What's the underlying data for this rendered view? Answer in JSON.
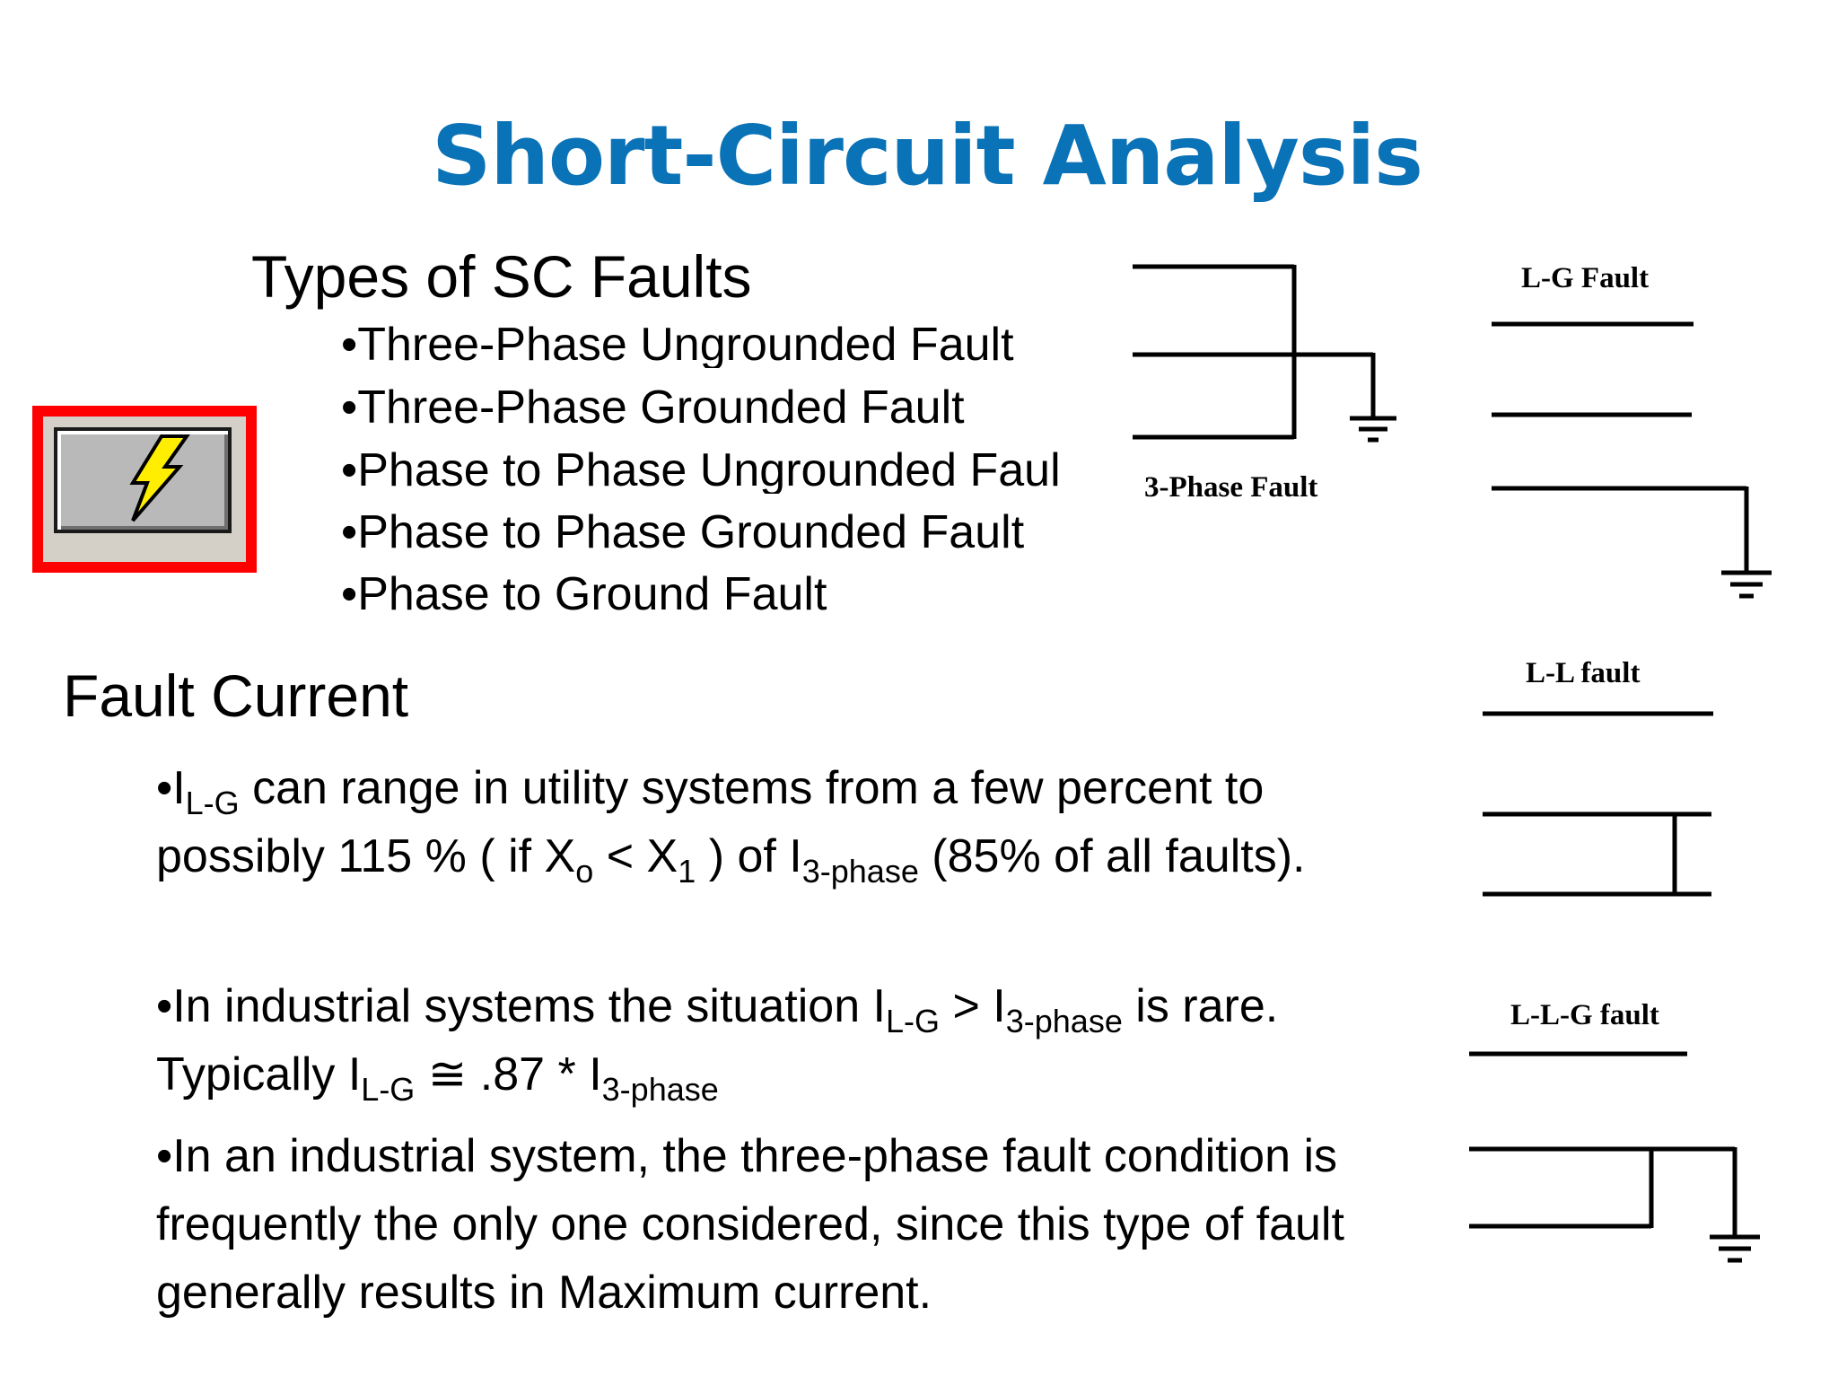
{
  "slide": {
    "title": "Short-Circuit Analysis",
    "types_heading": "Types of SC Faults",
    "types": [
      "•Three-Phase Ungrounded Fault",
      "•Three-Phase Grounded Fault",
      "•Phase to Phase Ungrounded Fault",
      "•Phase to Phase Grounded Fault",
      "•Phase to Ground Fault"
    ],
    "current_heading": "Fault Current",
    "p1": {
      "a": "•I",
      "a_sub": "L-G",
      "b": " can range in utility systems from a few percent to possibly 115 % ( if X",
      "b_sub": "o",
      "c": " <  X",
      "c_sub": "1",
      "d": " ) of I",
      "d_sub": "3-phase",
      "e": " (85% of all faults)."
    },
    "p2": {
      "a": "•In industrial systems the situation I",
      "a_sub": "L-G",
      "b": " > I",
      "b_sub": "3-phase",
      "c": " is rare. Typically I",
      "c_sub": "L-G",
      "d": " ≅  .87 * I",
      "d_sub": "3-phase"
    },
    "p3": "•In an industrial system, the three-phase fault condition is frequently the only one considered, since this type of fault generally results in Maximum current."
  },
  "diagrams": {
    "three_phase_label": "3-Phase Fault",
    "lg_label": "L-G Fault",
    "ll_label": "L-L fault",
    "llg_label": "L-L-G  fault"
  },
  "colors": {
    "title": "#0a72b6",
    "button_border": "#ff0000"
  },
  "icons": {
    "fault_button": "lightning-bolt-icon"
  }
}
